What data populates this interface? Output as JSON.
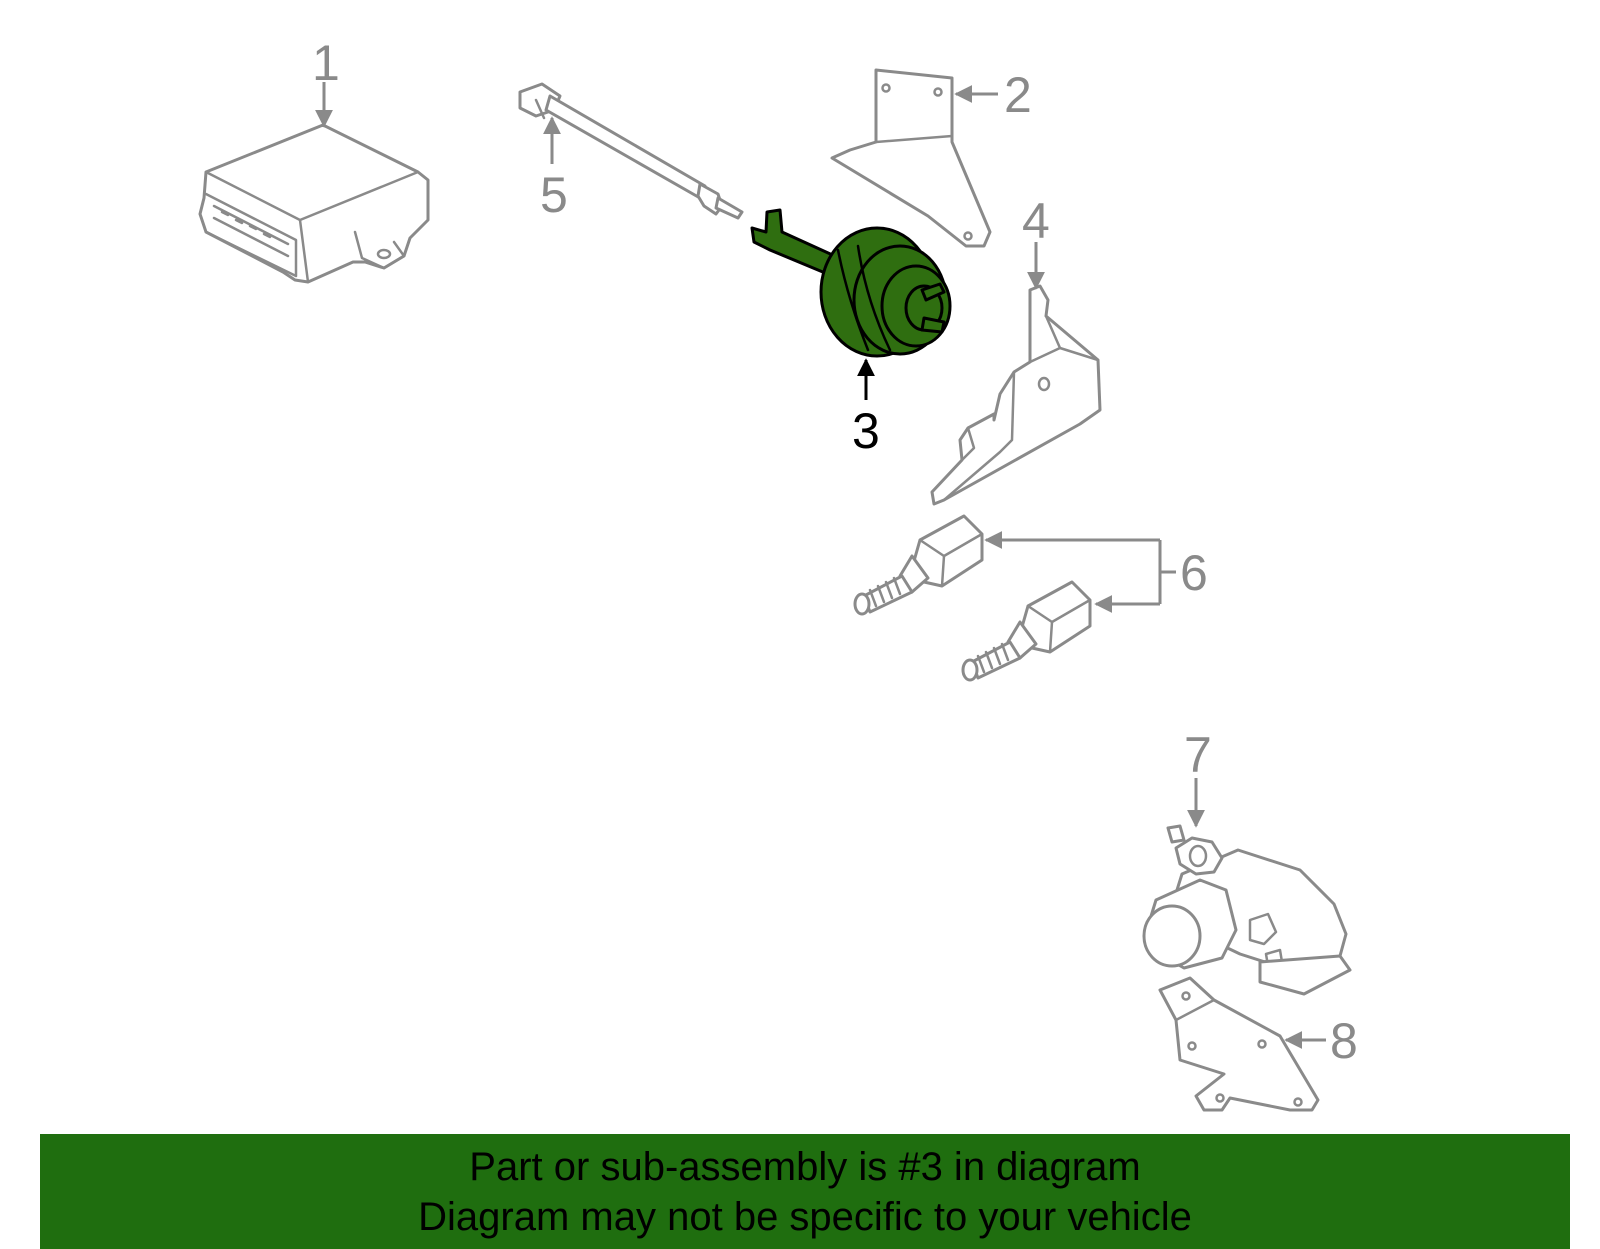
{
  "callouts": {
    "c1": "1",
    "c2": "2",
    "c3": "3",
    "c4": "4",
    "c5": "5",
    "c6": "6",
    "c7": "7",
    "c8": "8"
  },
  "colors": {
    "highlight_fill": "#2f6e10",
    "banner_background": "#1f6e0f",
    "part_outline": "#8a8a8a",
    "highlight_outline": "#000000"
  },
  "banner": {
    "line1": "Part or sub-assembly is #3 in diagram",
    "line2": "Diagram may not be specific to your vehicle"
  }
}
